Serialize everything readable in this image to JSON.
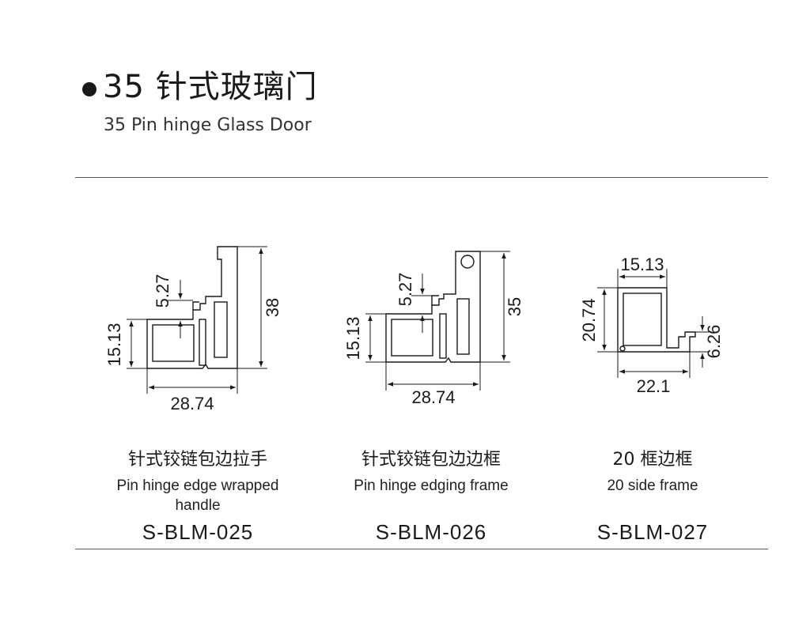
{
  "header": {
    "title_zh": "35 针式玻璃门",
    "title_en": "35 Pin hinge Glass Door"
  },
  "products": [
    {
      "name_zh": "针式铰链包边拉手",
      "name_en_line1": "Pin hinge edge wrapped",
      "name_en_line2": "handle",
      "code": "S-BLM-025",
      "dims": {
        "width": "28.74",
        "height": "38",
        "frame": "15.13",
        "lip": "5.27"
      }
    },
    {
      "name_zh": "针式铰链包边边框",
      "name_en_line1": "Pin hinge edging frame",
      "code": "S-BLM-026",
      "dims": {
        "width": "28.74",
        "height": "35",
        "frame": "15.13",
        "lip": "5.27"
      }
    },
    {
      "name_zh": "20 框边框",
      "name_en_line1": "20 side frame",
      "code": "S-BLM-027",
      "dims": {
        "top": "15.13",
        "height": "20.74",
        "width": "22.1",
        "lip": "6.26"
      }
    }
  ]
}
